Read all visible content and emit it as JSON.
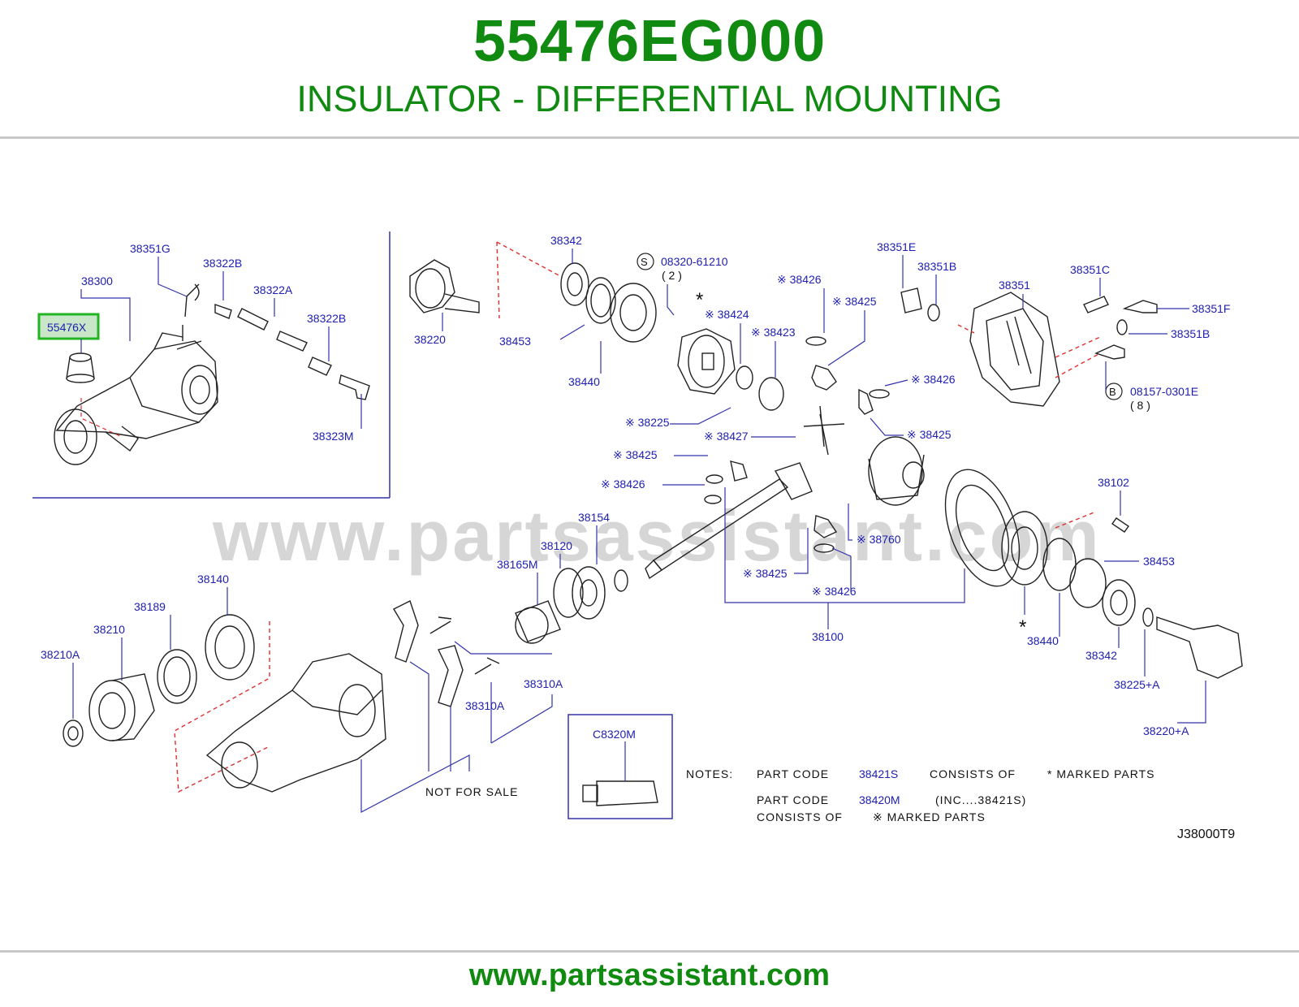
{
  "header": {
    "part_number": "55476EG000",
    "title": "INSULATOR - DIFFERENTIAL MOUNTING"
  },
  "watermark": "www.partsassistant.com",
  "footer": {
    "url": "www.partsassistant.com"
  },
  "colors": {
    "brand_green": "#118a11",
    "label_blue": "#2020b0",
    "highlight_green": "#22b522",
    "leader_red": "#e03030"
  },
  "diagram": {
    "highlighted_label": "55476X",
    "labels": {
      "l38351G": "38351G",
      "l38322B_1": "38322B",
      "l38300": "38300",
      "l38322A": "38322A",
      "l38322B_2": "38322B",
      "l38323M": "38323M",
      "l38342_1": "38342",
      "l38220": "38220",
      "l38453_1": "38453",
      "l38440_1": "38440",
      "s_code": "08320-61210",
      "s_qty": "( 2 )",
      "l38426_1": "※ 38426",
      "l38425_1": "※ 38425",
      "l38424": "※ 38424",
      "l38423": "※ 38423",
      "l38225": "※ 38225",
      "l38427": "※ 38427",
      "l38425_2": "※ 38425",
      "l38426_2": "※ 38426",
      "l38426_3": "※ 38426",
      "l38425_3": "※ 38425",
      "l38760": "※ 38760",
      "l38425_4": "※ 38425",
      "l38426_4": "※ 38426",
      "l38100": "38100",
      "l38351E": "38351E",
      "l38351B_1": "38351B",
      "l38351": "38351",
      "l38351C": "38351C",
      "l38351F": "38351F",
      "l38351B_2": "38351B",
      "b_code": "08157-0301E",
      "b_qty": "( 8 )",
      "l38102": "38102",
      "l38453_2": "38453",
      "l38440_2": "38440",
      "l38342_2": "38342",
      "l38225A": "38225+A",
      "l38220A": "38220+A",
      "l38154": "38154",
      "l38120": "38120",
      "l38165M": "38165M",
      "l38140": "38140",
      "l38189": "38189",
      "l38210": "38210",
      "l38210A": "38210A",
      "l38310A_1": "38310A",
      "l38310A_2": "38310A",
      "not_for_sale": "NOT FOR SALE",
      "c8320m": "C8320M"
    },
    "markers": {
      "s": "S",
      "b": "B",
      "star": "*"
    },
    "notes": {
      "heading": "NOTES:",
      "line1_a": "PART CODE",
      "line1_code": "38421S",
      "line1_b": "CONSISTS OF",
      "line1_c": "* MARKED PARTS",
      "line2_a": "PART CODE",
      "line2_code": "38420M",
      "line2_b": "(INC....38421S)",
      "line3_a": "CONSISTS OF",
      "line3_b": "※ MARKED PARTS"
    },
    "diagram_code": "J38000T9"
  }
}
